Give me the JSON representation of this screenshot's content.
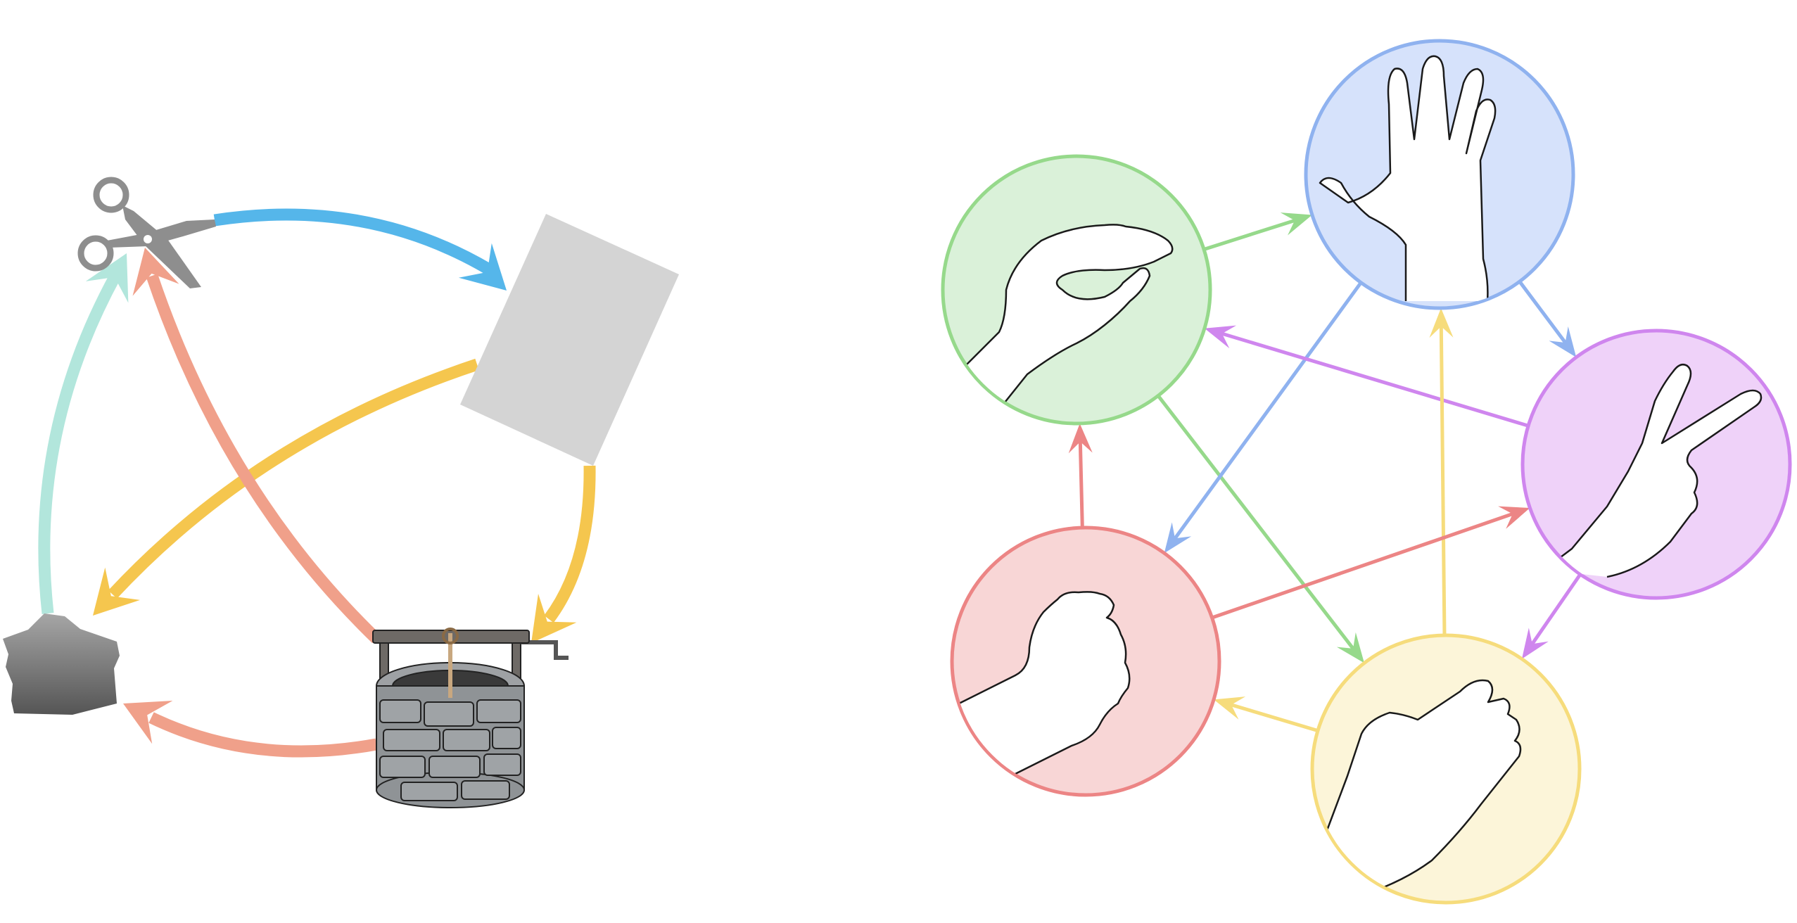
{
  "diagram": {
    "left": {
      "items": [
        {
          "id": "scissors",
          "icon": "scissors-icon"
        },
        {
          "id": "paper",
          "icon": "paper-sheet-icon"
        },
        {
          "id": "rock",
          "icon": "rock-icon"
        },
        {
          "id": "well",
          "icon": "water-well-icon"
        }
      ],
      "edges": [
        {
          "from": "scissors",
          "to": "paper",
          "color": "#55b6ea"
        },
        {
          "from": "paper",
          "to": "rock",
          "color": "#f5c64e"
        },
        {
          "from": "paper",
          "to": "well",
          "color": "#f5c64e"
        },
        {
          "from": "rock",
          "to": "scissors",
          "color": "#b2e6dc"
        },
        {
          "from": "well",
          "to": "scissors",
          "color": "#f0a08a"
        },
        {
          "from": "well",
          "to": "rock",
          "color": "#f0a08a"
        }
      ]
    },
    "right": {
      "nodes": [
        {
          "id": "spock",
          "icon": "vulcan-salute-hand-icon",
          "fill": "#d6e2fb",
          "stroke": "#8fb2ef"
        },
        {
          "id": "scissors",
          "icon": "scissors-hand-icon",
          "fill": "#efd2f9",
          "stroke": "#cf86ee"
        },
        {
          "id": "paper",
          "icon": "paper-hand-icon",
          "fill": "#fcf5d9",
          "stroke": "#f6dc7c"
        },
        {
          "id": "rock",
          "icon": "rock-fist-icon",
          "fill": "#f8d6d6",
          "stroke": "#ec8585"
        },
        {
          "id": "lizard",
          "icon": "lizard-hand-icon",
          "fill": "#daf1d9",
          "stroke": "#96d98b"
        }
      ],
      "edges": [
        {
          "from": "lizard",
          "to": "spock",
          "color": "#96d98b"
        },
        {
          "from": "lizard",
          "to": "paper",
          "color": "#96d98b"
        },
        {
          "from": "spock",
          "to": "scissors",
          "color": "#8fb2ef"
        },
        {
          "from": "spock",
          "to": "rock",
          "color": "#8fb2ef"
        },
        {
          "from": "scissors",
          "to": "lizard",
          "color": "#cf86ee"
        },
        {
          "from": "scissors",
          "to": "paper",
          "color": "#cf86ee"
        },
        {
          "from": "paper",
          "to": "rock",
          "color": "#f6dc7c"
        },
        {
          "from": "paper",
          "to": "spock",
          "color": "#f6dc7c"
        },
        {
          "from": "rock",
          "to": "lizard",
          "color": "#ec8585"
        },
        {
          "from": "rock",
          "to": "scissors",
          "color": "#ec8585"
        }
      ]
    }
  }
}
